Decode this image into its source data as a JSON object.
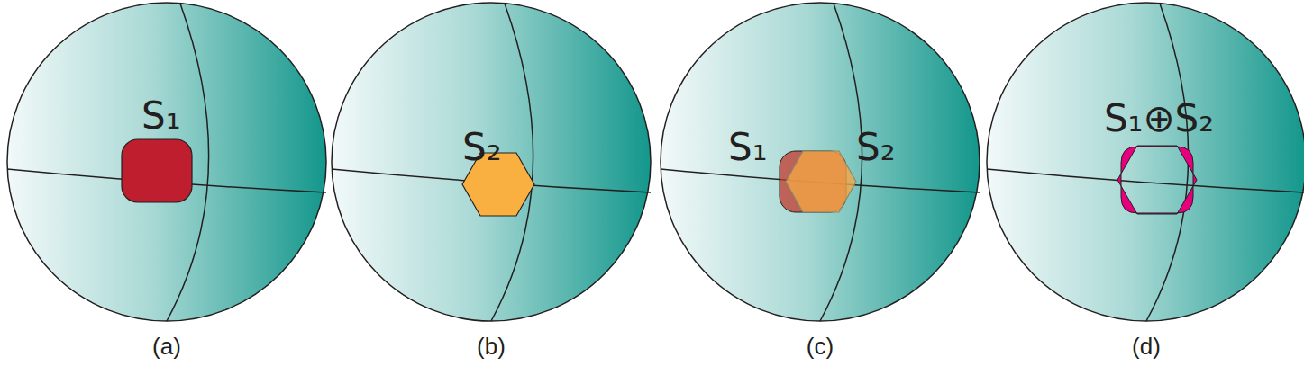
{
  "diagram": {
    "labels": [
      "S₁",
      "(a)",
      "S₂",
      "(b)",
      "S₁",
      "S₂",
      "(c)",
      "S₁⊕S₂",
      "(d)"
    ]
  }
}
